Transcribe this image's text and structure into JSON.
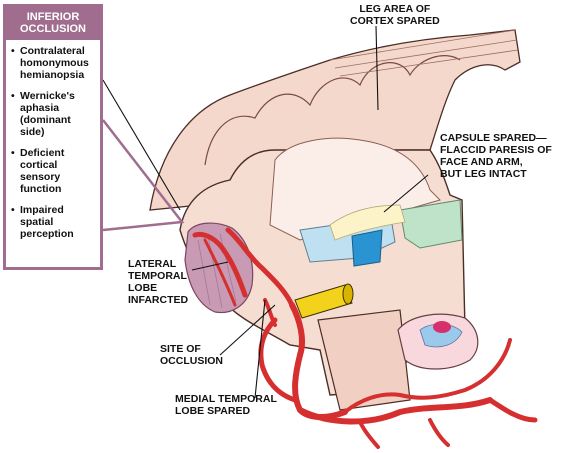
{
  "callout": {
    "title": "INFERIOR\nOCCLUSION",
    "items": [
      "Contralateral homonymous hemianopsia",
      "Wernicke's aphasia (dominant side)",
      "Deficient cortical sensory function",
      "Impaired spatial perception"
    ]
  },
  "labels": {
    "leg_area": "LEG AREA OF\nCORTEX SPARED",
    "capsule": "CAPSULE SPARED—\nFLACCID PARESIS OF\nFACE AND ARM,\nBUT LEG INTACT",
    "lateral_temporal": "LATERAL\nTEMPORAL\nLOBE\nINFARCTED",
    "site_occlusion": "SITE OF\nOCCLUSION",
    "medial_temporal": "MEDIAL TEMPORAL\nLOBE SPARED"
  },
  "colors": {
    "callout_accent": "#a06d8f",
    "tissue": "#f6ddd2",
    "infarct": "#c89ab4",
    "artery": "#d62f2f",
    "capsule_blue": "#bfe0f0",
    "capsule_green": "#bfe3c9"
  }
}
